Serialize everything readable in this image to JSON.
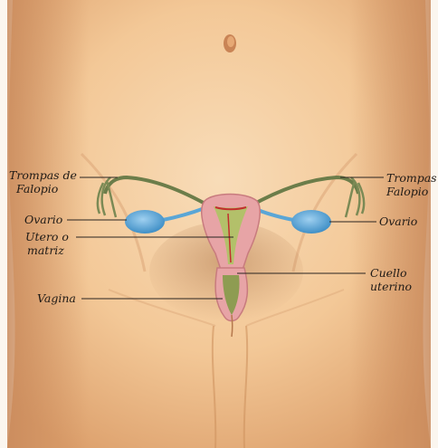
{
  "colors": {
    "skin_light": "#f7d7b3",
    "skin_mid": "#f0c190",
    "skin_shadow": "#d99a68",
    "ovary_blue": "#56a6d8",
    "tube_green": "#6c7d4a",
    "uterus_pink": "#e6a3a4",
    "leader_line": "#2a2420"
  },
  "labels": {
    "fallopian_left_1": "Trompas de",
    "fallopian_left_2": "Falopio",
    "fallopian_right_1": "Trompas",
    "fallopian_right_2": "Falopio",
    "ovary_left": "Ovario",
    "ovary_right": "Ovario",
    "uterus_1": "Utero o",
    "uterus_2": "matriz",
    "cervix_1": "Cuello",
    "cervix_2": "uterino",
    "vagina": "Vagina"
  },
  "icons": [
    "torso-illustration",
    "uterus-diagram"
  ]
}
